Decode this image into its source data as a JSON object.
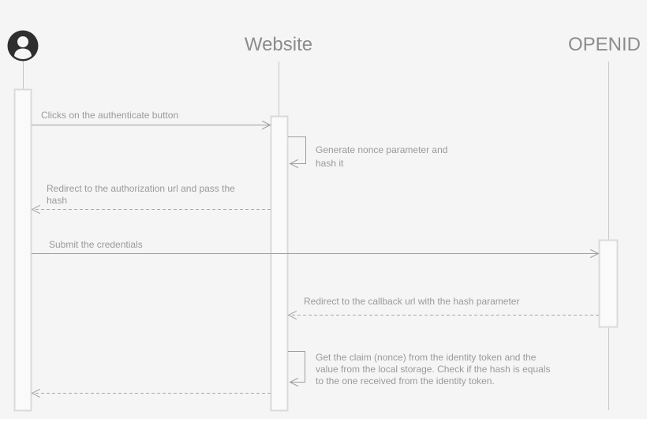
{
  "colors": {
    "background": "#f5f5f5",
    "actor-label": "#8c8c8c",
    "message-text": "#9a9a9a",
    "line": "#9e9e9e",
    "dashed-line": "#a8a8a8",
    "lifeline": "#c6c6c6",
    "activation-fill": "#fafafa",
    "activation-border": "#dadada",
    "user-icon": "#2e2e2e"
  },
  "actors": {
    "user": {
      "label": "",
      "icon": "user-icon"
    },
    "website": {
      "label": "Website"
    },
    "openid": {
      "label": "OPENID"
    }
  },
  "messages": {
    "m1": {
      "from": "user",
      "to": "website",
      "type": "solid",
      "label": "Clicks on the authenticate button"
    },
    "m2": {
      "from": "website",
      "to": "website",
      "type": "self",
      "label": "Generate nonce parameter and\nhash it"
    },
    "m3": {
      "from": "website",
      "to": "user",
      "type": "dashed-return",
      "label": "Redirect to the authorization url and pass the\nhash"
    },
    "m4": {
      "from": "user",
      "to": "openid",
      "type": "solid",
      "label": "Submit the credentials"
    },
    "m5": {
      "from": "openid",
      "to": "website",
      "type": "dashed-return",
      "label": "Redirect to the callback url with the hash parameter"
    },
    "m6": {
      "from": "website",
      "to": "website",
      "type": "self",
      "label": "Get the claim (nonce) from the identity token and the\nvalue from the local storage. Check if the hash is equals\nto the one received from the identity token."
    },
    "m7": {
      "from": "website",
      "to": "user",
      "type": "dashed-return",
      "label": ""
    }
  }
}
